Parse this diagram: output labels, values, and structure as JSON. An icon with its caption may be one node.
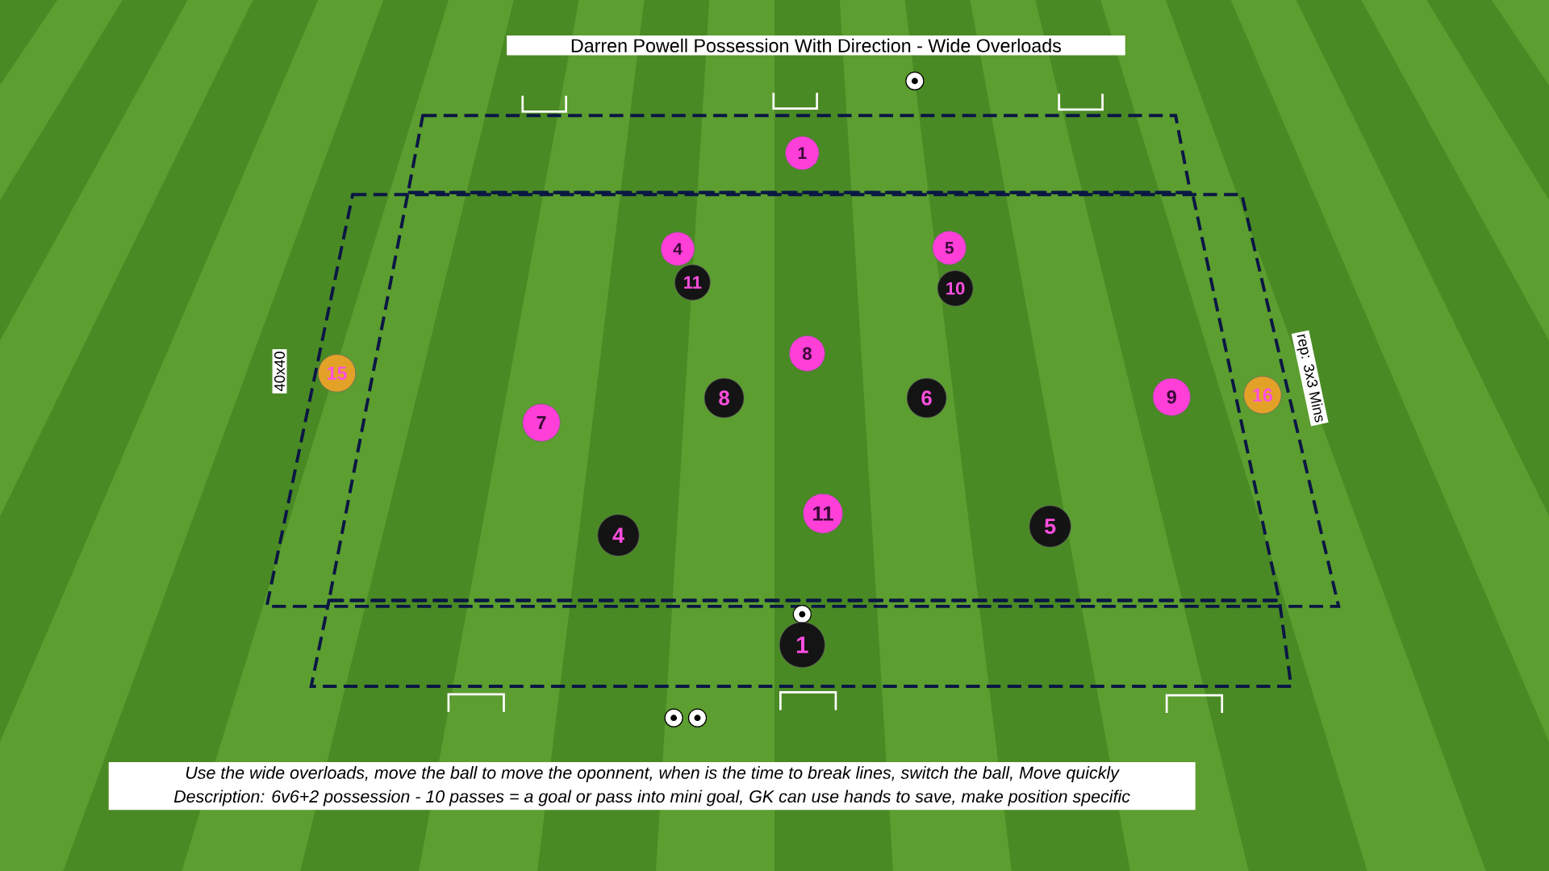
{
  "diagram": {
    "title": "Darren Powell Possession With Direction - Wide Overloads",
    "nodes": [
      {
        "text": [
          "1"
        ]
      },
      {
        "text": [
          "4"
        ]
      },
      {
        "text": [
          "5"
        ]
      },
      {
        "text": [
          "11"
        ]
      },
      {
        "text": [
          "10"
        ]
      },
      {
        "text": [
          "8"
        ]
      },
      {
        "text": [
          "15"
        ]
      },
      {
        "text": [
          "16"
        ]
      },
      {
        "text": [
          "9"
        ]
      },
      {
        "text": [
          "8"
        ]
      },
      {
        "text": [
          "6"
        ]
      },
      {
        "text": [
          "7"
        ]
      },
      {
        "text": [
          "11"
        ]
      },
      {
        "text": [
          "5"
        ]
      },
      {
        "text": [
          "4"
        ]
      },
      {
        "text": [
          "1"
        ]
      }
    ],
    "labels": [
      "40x40",
      "rep: 3x3 Mins",
      "Use the wide overloads, move the ball to move the oponnent, when is the time to break lines, switch the ball, Move quickly",
      "Description: 6v6+2 possession - 10 passes = a goal or pass into mini goal, GK can use hands to save, make position specific"
    ]
  }
}
